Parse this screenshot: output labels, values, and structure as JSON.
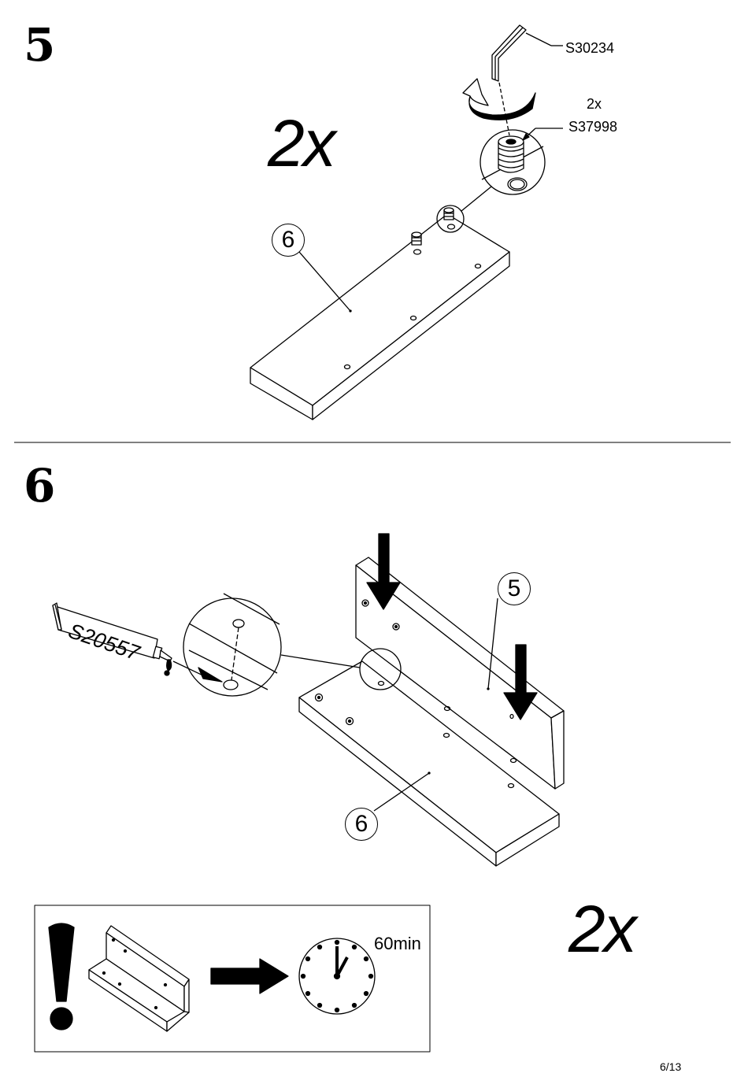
{
  "steps": [
    {
      "number": "5",
      "multiplier": "2x",
      "parts": {
        "hex_key": "S30234",
        "dowel_qty": "2x",
        "dowel": "S37998"
      },
      "panel_label": "6"
    },
    {
      "number": "6",
      "glue": "S20557",
      "panel_labels": [
        "5",
        "6"
      ],
      "multiplier": "2x",
      "drying_time": "60min"
    }
  ],
  "page": "6/13"
}
